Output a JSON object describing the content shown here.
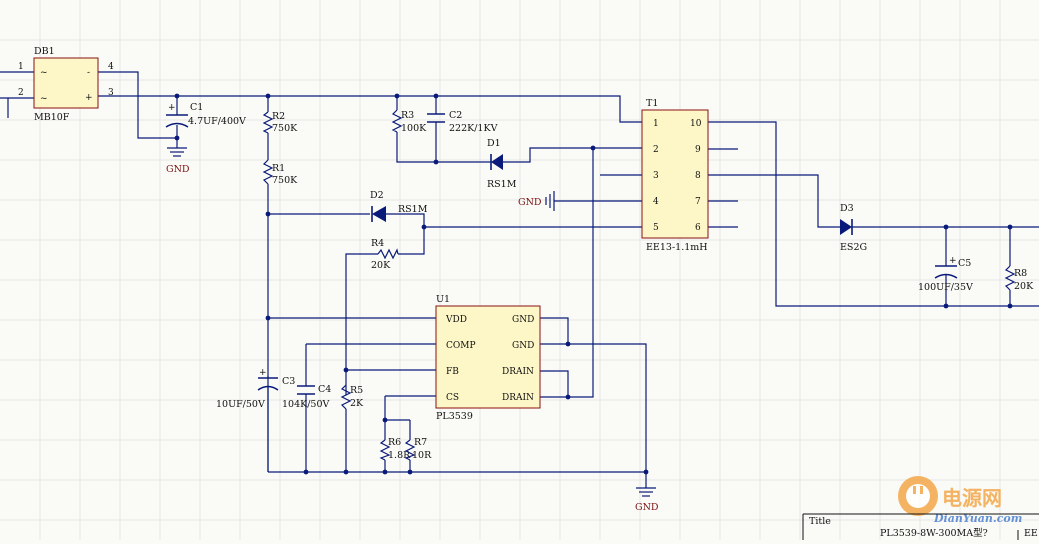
{
  "labels": {
    "gnd": "GND"
  },
  "components": {
    "db1": {
      "ref": "DB1",
      "value": "MB10F"
    },
    "c1": {
      "ref": "C1",
      "value": "4.7UF/400V"
    },
    "r2": {
      "ref": "R2",
      "value": "750K"
    },
    "r1": {
      "ref": "R1",
      "value": "750K"
    },
    "r3": {
      "ref": "R3",
      "value": "100K"
    },
    "c2": {
      "ref": "C2",
      "value": "222K/1KV"
    },
    "d1": {
      "ref": "D1",
      "value": "RS1M"
    },
    "d2": {
      "ref": "D2",
      "value": "RS1M"
    },
    "r4": {
      "ref": "R4",
      "value": "20K"
    },
    "t1": {
      "ref": "T1",
      "value": "EE13-1.1mH"
    },
    "d3": {
      "ref": "D3",
      "value": "ES2G"
    },
    "c5": {
      "ref": "C5",
      "value": "100UF/35V"
    },
    "r8": {
      "ref": "R8",
      "value": "20K"
    },
    "u1": {
      "ref": "U1",
      "value": "PL3539",
      "pins": [
        "VDD",
        "COMP",
        "FB",
        "CS",
        "GND",
        "GND",
        "DRAIN",
        "DRAIN"
      ]
    },
    "c3": {
      "ref": "C3",
      "value": "10UF/50V"
    },
    "c4": {
      "ref": "C4",
      "value": "104K/50V"
    },
    "r5": {
      "ref": "R5",
      "value": "2K"
    },
    "r6": {
      "ref": "R6",
      "value": "1.8R"
    },
    "r7": {
      "ref": "R7",
      "value": "10R"
    }
  },
  "title_block": {
    "label": "Title",
    "value": "PL3539-8W-300MA型?",
    "extra": "EE"
  },
  "watermark": {
    "cn": "电源网",
    "url": "DianYuan.com"
  }
}
